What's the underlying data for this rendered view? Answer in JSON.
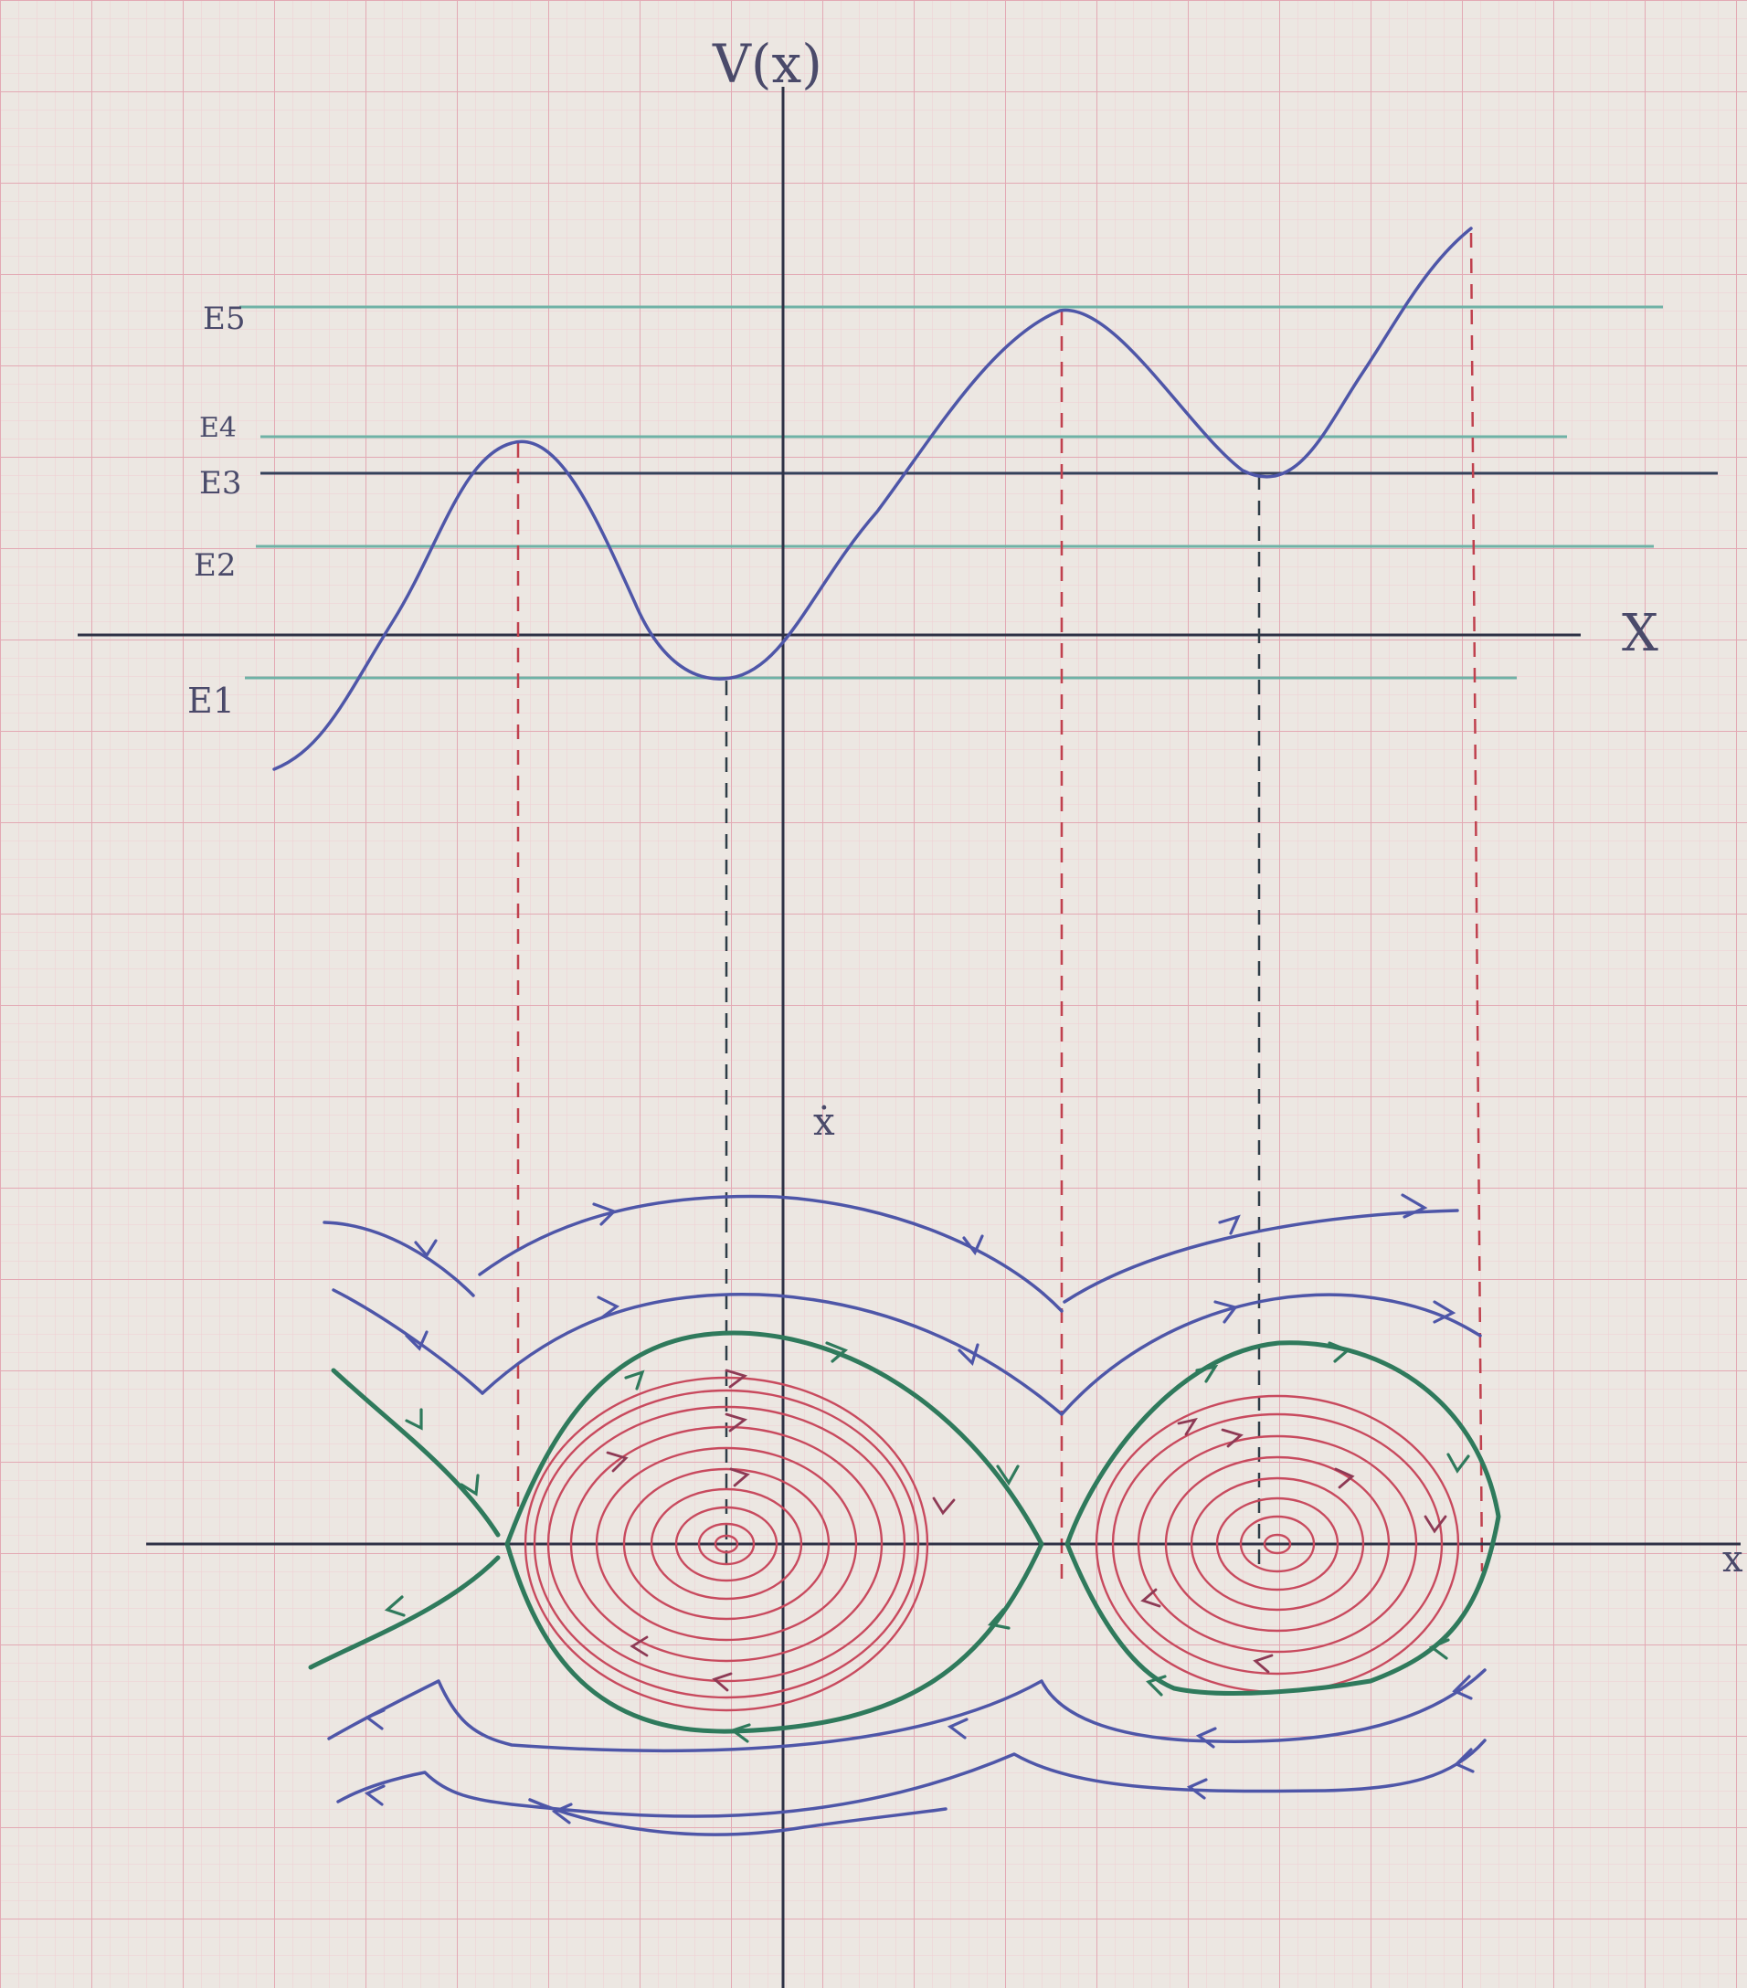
{
  "diagram": {
    "potential_axis_label": "V(x)",
    "x_axis_label": "X",
    "phase_vertical_label": "ẋ",
    "phase_horizontal_label": "x",
    "energy_levels": [
      {
        "label": "E5",
        "color": "#6fb2a6"
      },
      {
        "label": "E4",
        "color": "#6fb2a6"
      },
      {
        "label": "E3",
        "color": "#35405a"
      },
      {
        "label": "E2",
        "color": "#6fb2a6"
      },
      {
        "label": "E1",
        "color": "#6fb2a6"
      }
    ],
    "colors": {
      "paper": "#ece7e2",
      "grid_major": "#e3a9b4",
      "grid_minor": "#f0cdd2",
      "potential_curve": "#4e56a8",
      "separatrix": "#2f7a5c",
      "closed_orbits": "#c84a5e",
      "extremum_guides_red": "#c0414e",
      "extremum_guides_dark": "#2e3d47"
    }
  }
}
